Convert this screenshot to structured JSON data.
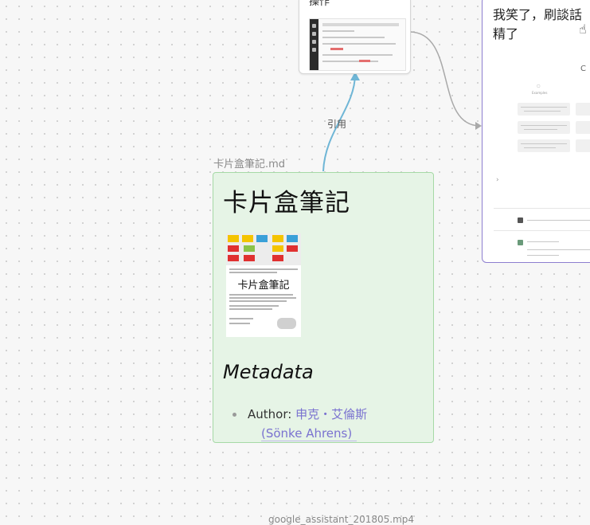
{
  "top_card": {
    "title": "操作"
  },
  "edge": {
    "label": "引用"
  },
  "note": {
    "file_label": "卡片盒筆記.md",
    "title": "卡片盒筆記",
    "cover_title": "卡片盒筆記",
    "metadata_heading": "Metadata",
    "author_key": "Author:",
    "author_name_zh": "申克・艾倫斯",
    "author_name_en": "(Sönke Ahrens)"
  },
  "right_card": {
    "text_line1": "我笑了，刷談話",
    "text_line2": "精了",
    "header_partial": "C",
    "column_label": "Examples"
  },
  "bottom": {
    "file_label": "google_assistant_201805.mp4"
  }
}
